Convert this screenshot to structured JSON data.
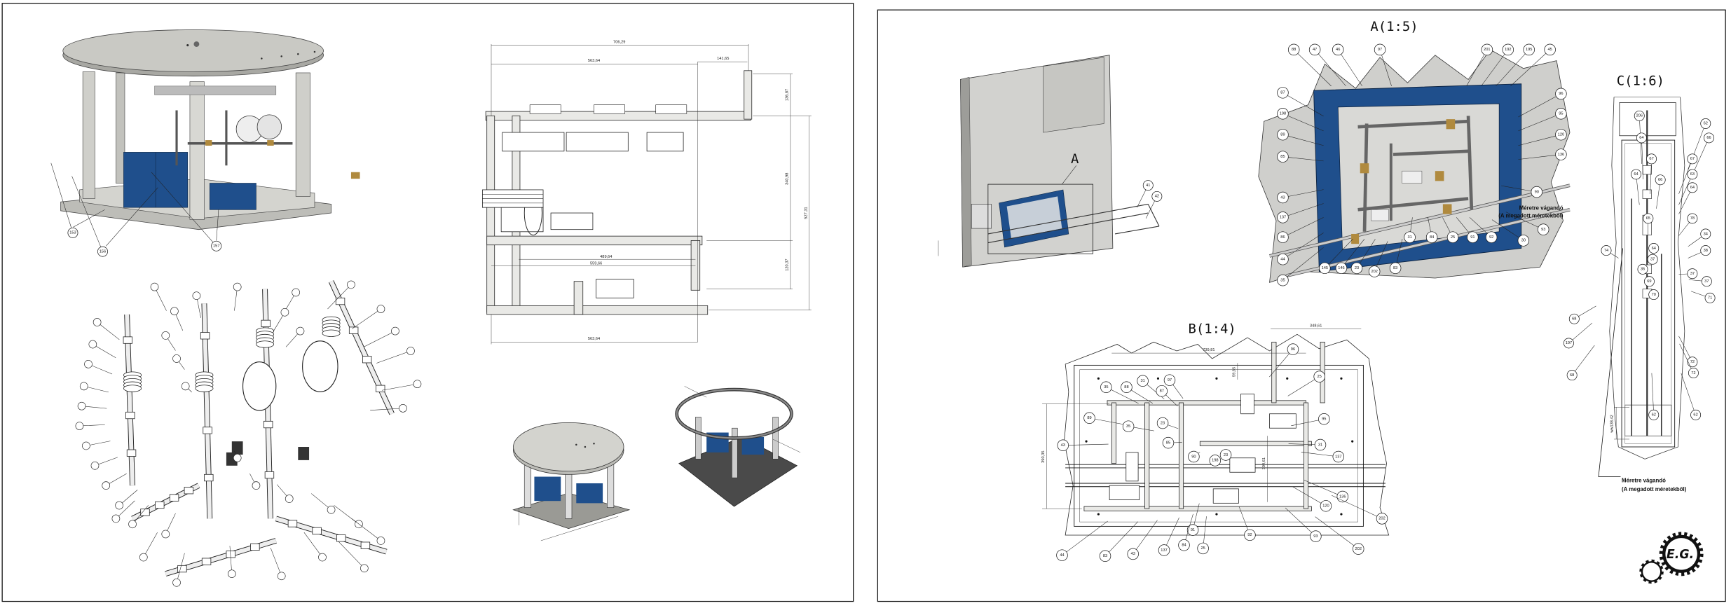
{
  "left_sheet": {
    "iso_view": {
      "balloons": [
        "153",
        "156",
        "157"
      ]
    },
    "front_view": {
      "dimensions": {
        "overall_width": "706,29",
        "pipe_span_top": "563,64",
        "elbow_offset": "141,65",
        "riser_height": "136,87",
        "upper_height": "340,98",
        "lower_height": "120,37",
        "total_height": "527,31",
        "mid_span_1": "489,64",
        "mid_span_2": "559,66",
        "pipe_span_bottom": "563,64"
      }
    }
  },
  "right_sheet": {
    "overview": {
      "detail_callout": "A",
      "balloons": [
        "41",
        "42"
      ]
    },
    "detail_a": {
      "title": "A(1:5)",
      "balloons": [
        "88",
        "47",
        "46",
        "97",
        "201",
        "192",
        "195",
        "45",
        "87",
        "198",
        "89",
        "85",
        "43",
        "137",
        "86",
        "44",
        "35",
        "145",
        "146",
        "23",
        "202",
        "83",
        "31",
        "84",
        "25",
        "91",
        "92",
        "30",
        "93",
        "90",
        "96",
        "95",
        "120",
        "136"
      ]
    },
    "detail_b": {
      "title": "B(1:4)",
      "dimensions": {
        "top_right": "348,61",
        "top_width": "739,81",
        "height": "390,35",
        "inner_height": "394,61",
        "offset": "59,85"
      },
      "balloons": [
        "35",
        "88",
        "31",
        "87",
        "97",
        "89",
        "35",
        "23",
        "43",
        "85",
        "90",
        "198",
        "23",
        "96",
        "25",
        "95",
        "31",
        "137",
        "136",
        "120",
        "202",
        "202",
        "92",
        "93",
        "91",
        "25",
        "84",
        "137",
        "43",
        "83",
        "44"
      ]
    },
    "detail_c": {
      "title": "C(1:6)",
      "dimension": "ww138,42",
      "balloons": [
        "206",
        "62",
        "64",
        "66",
        "67",
        "67",
        "64",
        "66",
        "63",
        "64",
        "65",
        "78",
        "74",
        "64",
        "34",
        "37",
        "38",
        "36",
        "37",
        "69",
        "37",
        "70",
        "71",
        "68",
        "197",
        "68",
        "72",
        "72",
        "62",
        "62"
      ]
    },
    "notes": {
      "cut_to_size": "Méretre vágandó",
      "cut_to_size_sub": "(A megadott méretekből)"
    },
    "logo": {
      "text": "E.G."
    }
  },
  "colors": {
    "frame_blue": "#1f4f8c",
    "plate_gray": "#c9c9c4",
    "brass": "#b08a3e",
    "wall_gray": "#d2d2cf"
  }
}
